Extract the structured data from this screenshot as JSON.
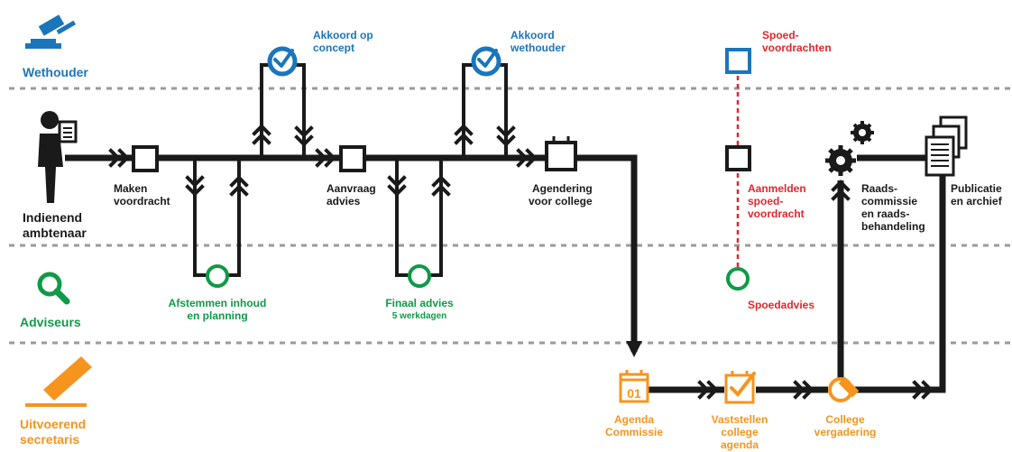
{
  "colors": {
    "black": "#1a1a1a",
    "blue": "#1b75bb",
    "green": "#109a47",
    "red": "#e3262b",
    "orange": "#f7941d",
    "divider": "#9a9a9a"
  },
  "lanes": {
    "wethouder": "Wethouder",
    "indienend": [
      "Indienend",
      "ambtenaar"
    ],
    "adviseurs": "Adviseurs",
    "uitvoerend": [
      "Uitvoerend",
      "secretaris"
    ]
  },
  "steps": {
    "maken": [
      "Maken",
      "voordracht"
    ],
    "aanvraag": [
      "Aanvraag",
      "advies"
    ],
    "agendering": [
      "Agendering",
      "voor college"
    ],
    "raads": [
      "Raads-",
      "commissie",
      "en raads-",
      "behandeling"
    ],
    "publicatie": [
      "Publicatie",
      "en archief"
    ]
  },
  "approvals": {
    "concept": [
      "Akkoord op",
      "concept"
    ],
    "wethouder": [
      "Akkoord",
      "wethouder"
    ]
  },
  "advice": {
    "afstemmen": [
      "Afstemmen inhoud",
      "en planning"
    ],
    "finaal": "Finaal advies",
    "finaal_sub": "5 werkdagen"
  },
  "urgent": {
    "voordrachten": [
      "Spoed-",
      "voordrachten"
    ],
    "aanmelden": [
      "Aanmelden",
      "spoed-",
      "voordracht"
    ],
    "advies": "Spoedadvies"
  },
  "secretary": {
    "agenda_icon_text": "01",
    "agenda_commissie": [
      "Agenda",
      "Commissie"
    ],
    "vaststellen": [
      "Vaststellen",
      "college",
      "agenda"
    ],
    "vergadering": [
      "College",
      "vergadering"
    ]
  }
}
